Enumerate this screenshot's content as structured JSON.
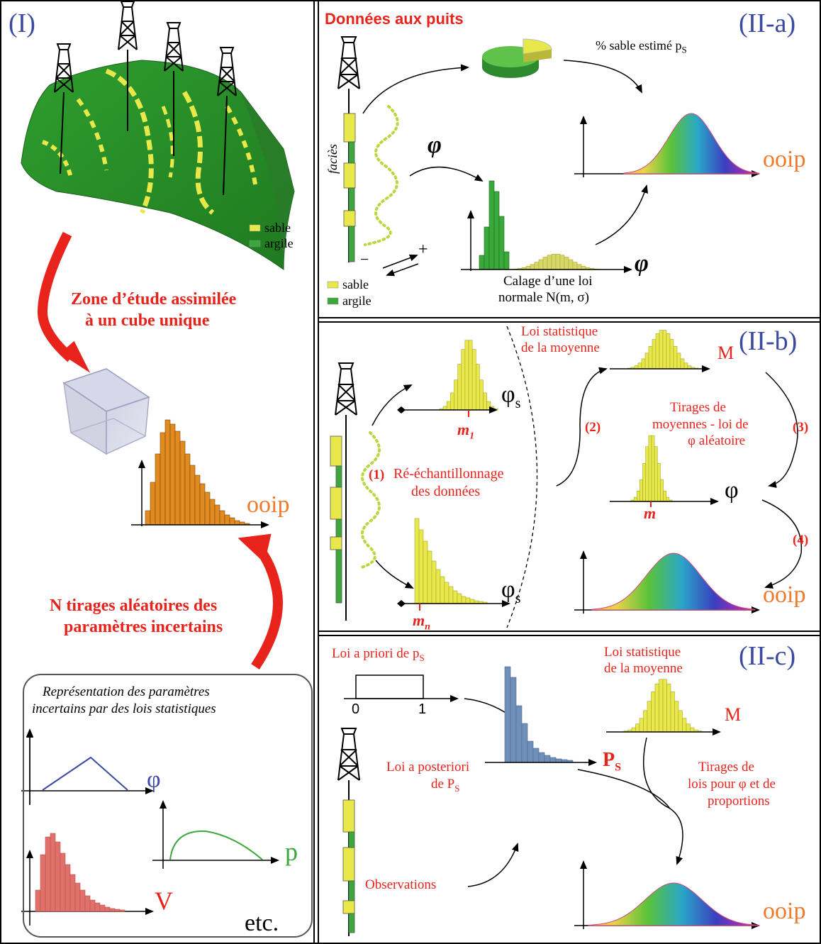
{
  "panels": {
    "I": {
      "id": "(I)",
      "legend": {
        "sable": "sable",
        "argile": "argile"
      },
      "zone_text_1": "Zone d’étude assimilée",
      "zone_text_2": "à un cube unique",
      "ooip": "ooip",
      "tirages_text_1": "N tirages aléatoires des",
      "tirages_text_2": "paramètres incertains",
      "rep_title_1": "Représentation des paramètres",
      "rep_title_2": "incertains par des lois statistiques",
      "phi": "φ",
      "p": "p",
      "v": "V",
      "etc": "etc."
    },
    "IIa": {
      "id": "(II-a)",
      "title": "Données aux puits",
      "sable_estime": "% sable estimé p",
      "sable_estime_sub": "S",
      "facies": "faciès",
      "phi": "φ",
      "ooip": "ooip",
      "calage_1": "Calage d’une loi",
      "calage_2": "normale N(m, σ)",
      "minus": "−",
      "plus": "+",
      "legend": {
        "sable": "sable",
        "argile": "argile"
      }
    },
    "IIb": {
      "id": "(II-b)",
      "loi_stat_1": "Loi statistique",
      "loi_stat_2": "de la moyenne",
      "M": "M",
      "phi_s": "φ",
      "phi_s_sub": "s",
      "m1": "m",
      "m1_sub": "1",
      "mn": "m",
      "mn_sub": "n",
      "step1": "(1)",
      "reech_1": "Ré-échantillonnage",
      "reech_2": "des données",
      "step2": "(2)",
      "step3": "(3)",
      "step4": "(4)",
      "tirages_1": "Tirages de",
      "tirages_2": "moyennes - loi de",
      "tirages_3": "φ aléatoire",
      "phi": "φ",
      "m": "m",
      "ooip": "ooip"
    },
    "IIc": {
      "id": "(II-c)",
      "loi_priori": "Loi a priori de p",
      "loi_priori_sub": "S",
      "tick0": "0",
      "tick1": "1",
      "loi_stat_1": "Loi statistique",
      "loi_stat_2": "de la moyenne",
      "M": "M",
      "post_1": "Loi a posteriori",
      "post_2": "de P",
      "post_sub": "S",
      "Ps": "P",
      "Ps_sub": "S",
      "tirages_1": "Tirages de",
      "tirages_2": "lois pour φ et de",
      "tirages_3": "proportions",
      "observations": "Observations",
      "ooip": "ooip"
    }
  },
  "colors": {
    "panel_id": "#3b4aa0",
    "red_text": "#e8231c",
    "ooip": "#f07a2b",
    "sand": "#e8e84a",
    "clay": "#3aa83a",
    "histogram_orange": "#e08a20",
    "histogram_red": "#e0706a",
    "histogram_blue": "#6f8fb8"
  }
}
